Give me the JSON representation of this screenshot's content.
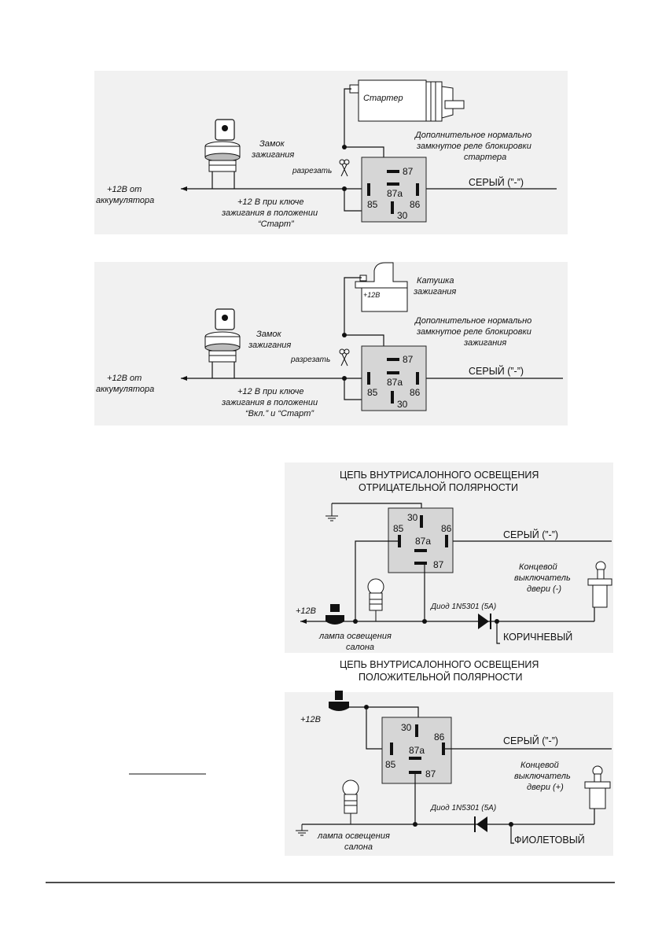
{
  "relay_pins": {
    "p87": "87",
    "p87a": "87a",
    "p85": "85",
    "p86": "86",
    "p30": "30"
  },
  "diagram1": {
    "starter": "Стартер",
    "relay_desc": [
      "Дополнительное нормально",
      "замкнутое реле блокировки",
      "стартера"
    ],
    "lock": [
      "Замок",
      "зажигания"
    ],
    "cut": "разрезать",
    "battery": [
      "+12В от",
      "аккумулятора"
    ],
    "key_note": [
      "+12 В при ключе",
      "зажигания в положении",
      "“Старт”"
    ],
    "gray_wire": "СЕРЫЙ (”-”)"
  },
  "diagram2": {
    "coil": [
      "Катушка",
      "зажигания"
    ],
    "coil_label": "+12В",
    "relay_desc": [
      "Дополнительное нормально",
      "замкнутое реле блокировки",
      "зажигания"
    ],
    "lock": [
      "Замок",
      "зажигания"
    ],
    "cut": "разрезать",
    "battery": [
      "+12В от",
      "аккумулятора"
    ],
    "key_note": [
      "+12 В при ключе",
      "зажигания в положении",
      "“Вкл.” и “Старт”"
    ],
    "gray_wire": "СЕРЫЙ (”-”)"
  },
  "diagram3": {
    "title": [
      "ЦЕПЬ ВНУТРИСАЛОННОГО ОСВЕЩЕНИЯ",
      "ОТРИЦАТЕЛЬНОЙ ПОЛЯРНОСТИ"
    ],
    "gray_wire": "СЕРЫЙ (”-”)",
    "switch": [
      "Концевой",
      "выключатель",
      "двери (-)"
    ],
    "plus12": "+12В",
    "diode": "Диод 1N5301 (5А)",
    "lamp": [
      "лампа освещения",
      "салона"
    ],
    "brown_wire": "КОРИЧНЕВЫЙ"
  },
  "diagram4": {
    "title": [
      "ЦЕПЬ ВНУТРИСАЛОННОГО ОСВЕЩЕНИЯ",
      "ПОЛОЖИТЕЛЬНОЙ ПОЛЯРНОСТИ"
    ],
    "plus12": "+12В",
    "gray_wire": "СЕРЫЙ (”-”)",
    "switch": [
      "Концевой",
      "выключатель",
      "двери (+)"
    ],
    "diode": "Диод 1N5301 (5А)",
    "lamp": [
      "лампа освещения",
      "салона"
    ],
    "violet_wire": "ФИОЛЕТОВЫЙ"
  }
}
